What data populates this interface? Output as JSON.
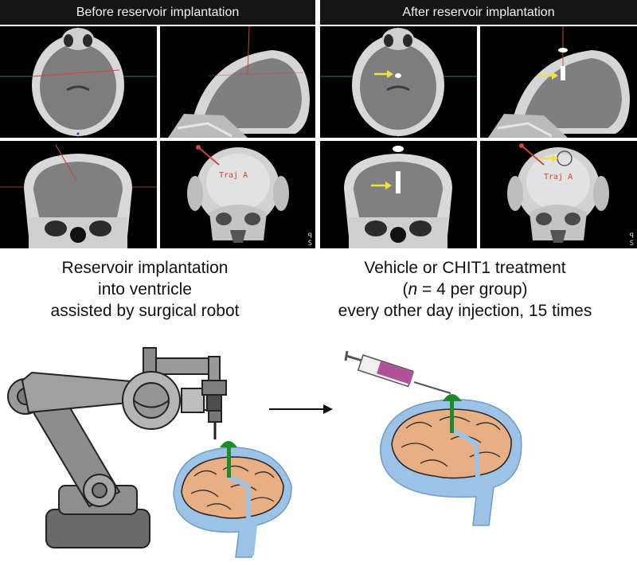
{
  "headers": {
    "before": "Before reservoir implantation",
    "after": "After reservoir implantation"
  },
  "ct": {
    "trajectory_label": "Traj A",
    "corner_label_top": "ꟼ",
    "corner_label_bottom": "S"
  },
  "left_caption": {
    "line1": "Reservoir implantation",
    "line2": "into ventricle",
    "line3": "assisted by surgical robot"
  },
  "right_caption": {
    "line1": "Vehicle or CHIT1 treatment",
    "line2_open": "(",
    "line2_n": "n",
    "line2_rest": " = 4 per group)",
    "line3": "every other day injection, 15 times"
  },
  "colors": {
    "arrow_highlight": "#f2e23a",
    "brain_fill": "#e8ae84",
    "csf_fill": "#9cc2e6",
    "reservoir": "#1f8a2c",
    "syringe_fluid": "#b0519a"
  }
}
